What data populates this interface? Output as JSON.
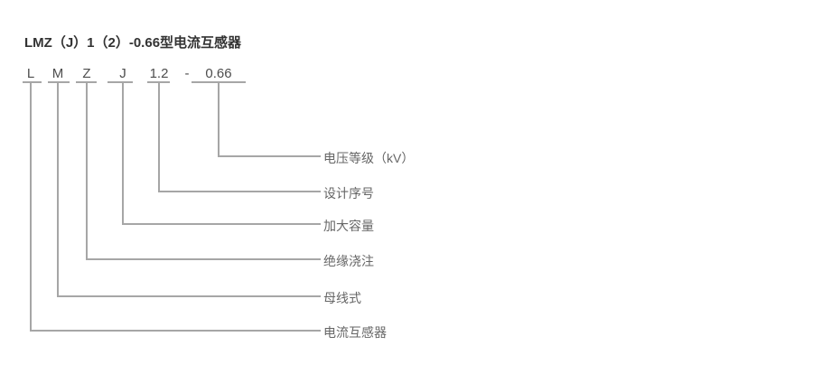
{
  "title": "LMZ（J）1（2）-0.66型电流互感器",
  "code": {
    "segments": [
      {
        "char": "L",
        "meaning": "电流互感器"
      },
      {
        "char": "M",
        "meaning": "母线式"
      },
      {
        "char": "Z",
        "meaning": "绝缘浇注"
      },
      {
        "char": "J",
        "meaning": "加大容量"
      },
      {
        "char": "1.2",
        "meaning": "设计序号"
      },
      {
        "char": "-",
        "meaning": ""
      },
      {
        "char": "0.66",
        "meaning": "电压等级（kV）"
      }
    ]
  },
  "colors": {
    "title_color": "#333333",
    "code_color": "#4d4d4d",
    "label_color": "#666666",
    "line_color": "#a6a6a6"
  }
}
